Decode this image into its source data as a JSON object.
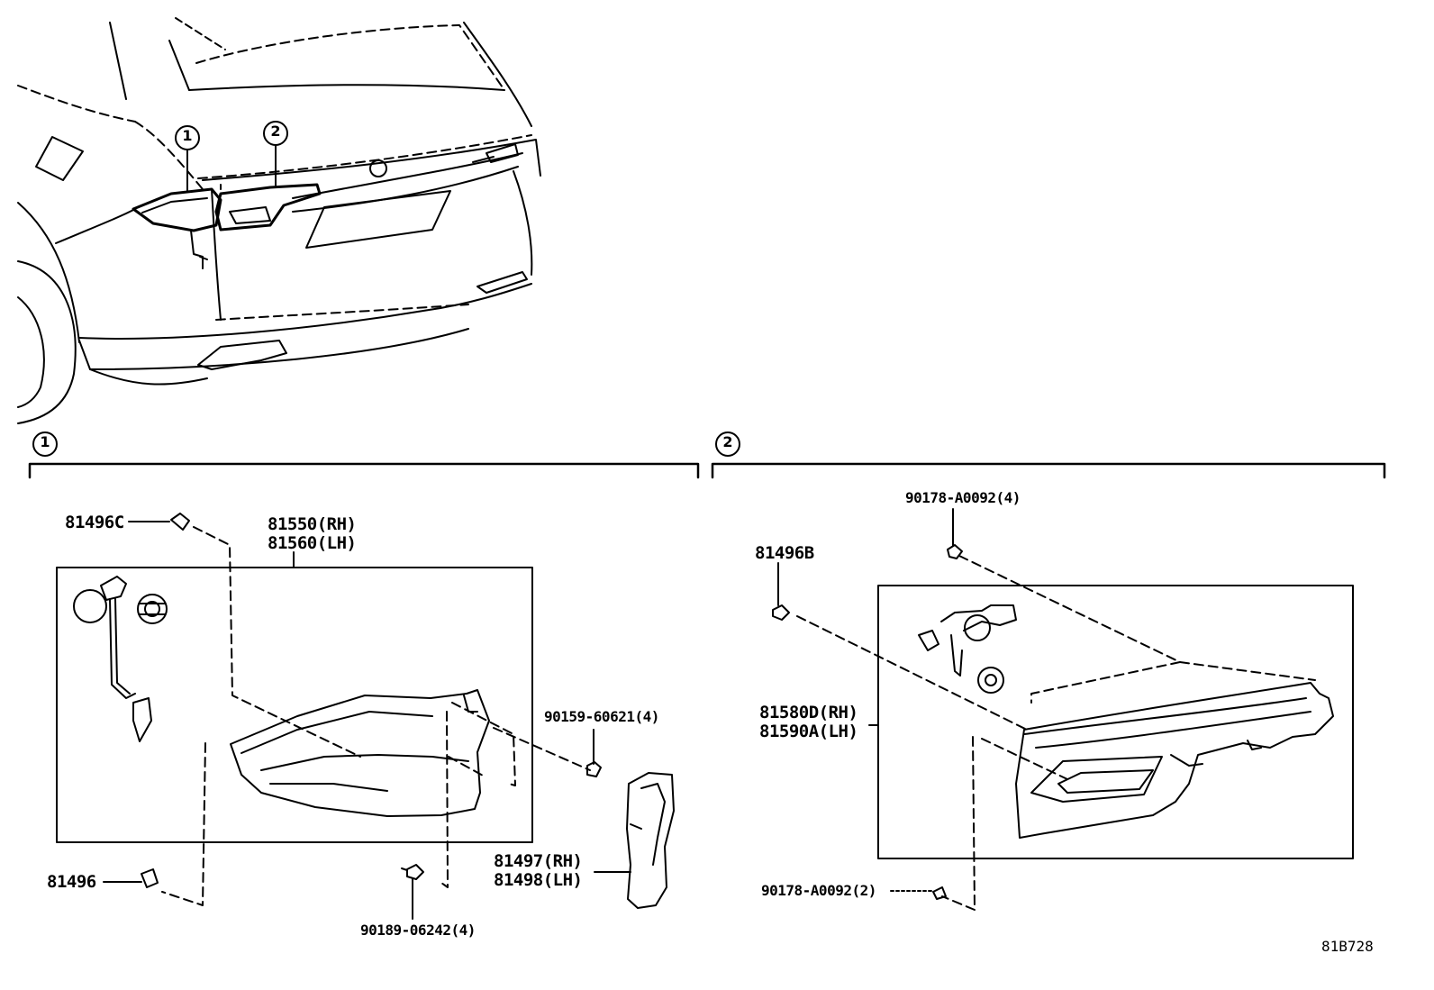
{
  "callouts": {
    "one": "1",
    "two": "2"
  },
  "parts": {
    "p81496C": "81496C",
    "p81550_rh": "81550(RH)",
    "p81560_lh": "81560(LH)",
    "p81496": "81496",
    "p90159": "90159-60621(4)",
    "p90189": "90189-06242(4)",
    "p81497_rh": "81497(RH)",
    "p81498_lh": "81498(LH)",
    "p90178_top": "90178-A0092(4)",
    "p81496B": "81496B",
    "p81580D_rh": "81580D(RH)",
    "p81590A_lh": "81590A(LH)",
    "p90178_bottom": "90178-A0092(2)"
  },
  "illustration_id": "81B728"
}
